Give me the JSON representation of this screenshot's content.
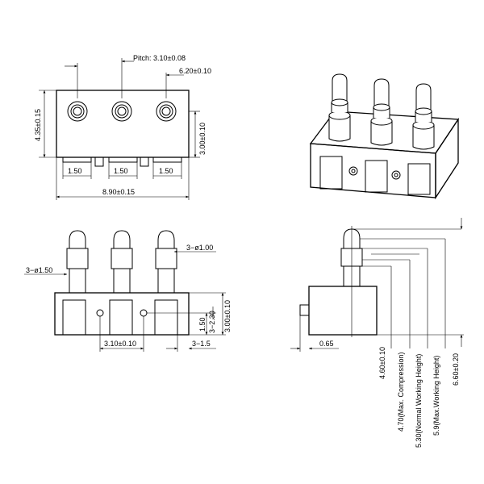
{
  "top_view": {
    "pitch": "Pitch: 3.10±0.08",
    "width_620": "6.20±0.10",
    "height_435": "4.35±0.15",
    "height_300": "3.00±0.10",
    "gap_left": "1.50",
    "gap_mid": "1.50",
    "gap_right": "1.50",
    "total_width": "8.90±0.15"
  },
  "front_view": {
    "tip_dia": "3−ø1.00",
    "barrel_dia": "3−ø1.50",
    "slot_h": "1.50",
    "boss_dia": "3−2.30",
    "body_h": "3.00±0.10",
    "pitch": "3.10±0.10",
    "boss_gap": "3−1.5"
  },
  "side_view": {
    "offset": "0.65",
    "h1": "4.60±0.10",
    "h2": "4.70(Max. Compression)",
    "h3": "5.30(Normal Working Height)",
    "h4": "5.9(Max.Working Height)",
    "h5": "6.60±0.20"
  }
}
